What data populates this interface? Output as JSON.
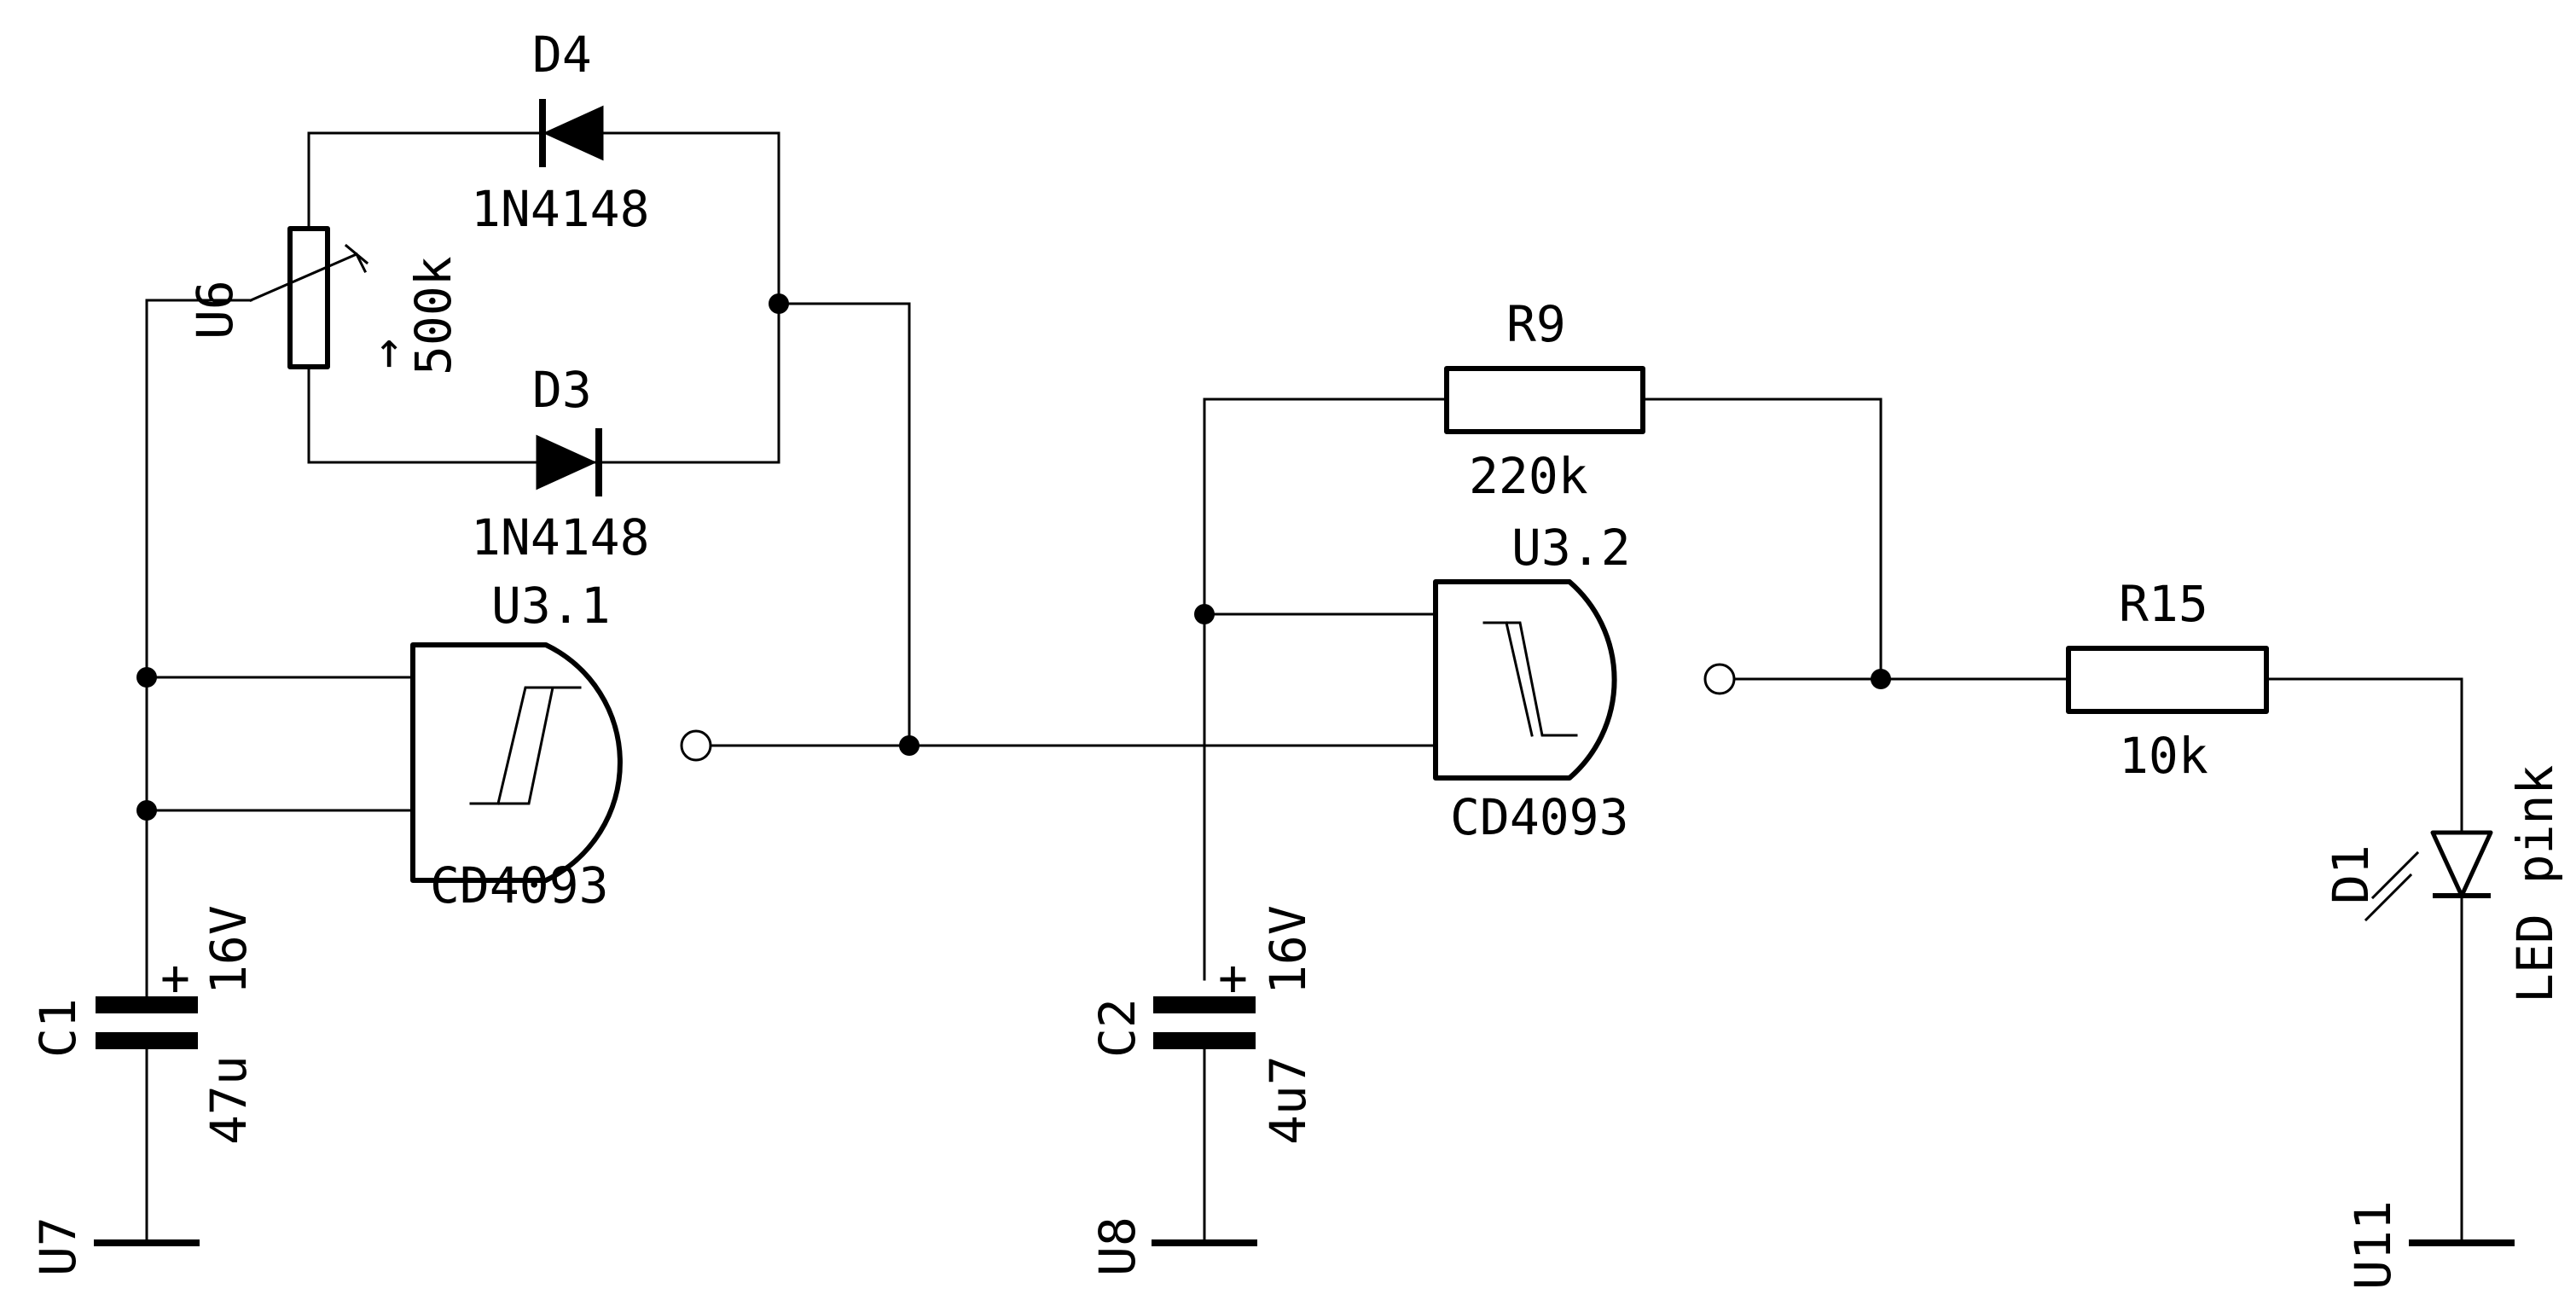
{
  "components": {
    "D4": {
      "ref": "D4",
      "value": "1N4148"
    },
    "D3": {
      "ref": "D3",
      "value": "1N4148"
    },
    "U6": {
      "ref": "U6",
      "value": "500k"
    },
    "U3_1": {
      "ref": "U3.1",
      "value": "CD4093"
    },
    "U3_2": {
      "ref": "U3.2",
      "value": "CD4093"
    },
    "R9": {
      "ref": "R9",
      "value": "220k"
    },
    "R15": {
      "ref": "R15",
      "value": "10k"
    },
    "C1": {
      "ref": "C1",
      "value": "47u",
      "voltage": "16V"
    },
    "C2": {
      "ref": "C2",
      "value": "4u7",
      "voltage": "16V"
    },
    "D1": {
      "ref": "D1",
      "value": "LED pink"
    },
    "U7": {
      "ref": "U7"
    },
    "U8": {
      "ref": "U8"
    },
    "U11": {
      "ref": "U11"
    }
  },
  "symbols": {
    "plus": "+",
    "arrow": "→"
  }
}
